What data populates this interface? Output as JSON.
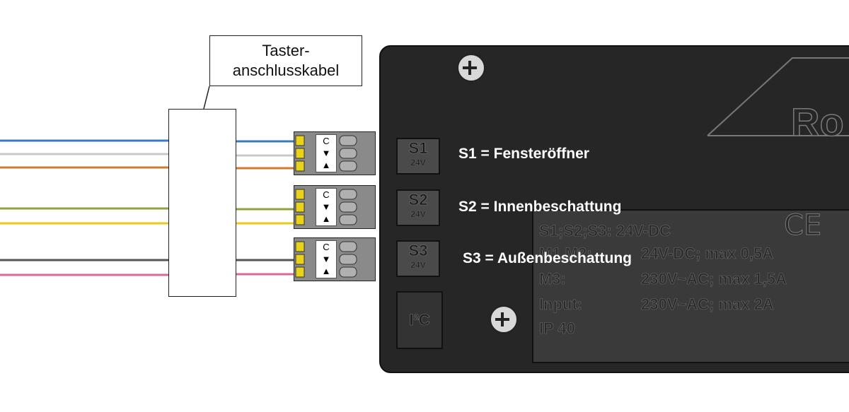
{
  "callout": {
    "line1": "Taster-",
    "line2": "anschlusskabel"
  },
  "labels": {
    "s1": "S1 = Fensteröffner",
    "s2": "S2 = Innenbeschattung",
    "s3": "S3 = Außenbeschattung"
  },
  "ports": [
    {
      "name": "S1",
      "voltage": "24V"
    },
    {
      "name": "S2",
      "voltage": "24V"
    },
    {
      "name": "S3",
      "voltage": "24V"
    }
  ],
  "i2c": "I²C",
  "connector_pins": [
    "C",
    "▼",
    "▲"
  ],
  "plate": {
    "row1_label": "S1;S2;S3: 24V-DC",
    "row2_label": "M1,M2:",
    "row2_value": "24V-DC; max 0,5A",
    "row3_label": "M3:",
    "row3_value": "230V~AC; max 1,5A",
    "row4_label": "Input:",
    "row4_value": "230V~AC; max 2A",
    "row5_label": "IP 40"
  },
  "ce_mark": "CE",
  "brand_partial": "Ro",
  "wire_colors": [
    "#3a7abf",
    "#c8c8c8",
    "#d07a2a",
    "#8ea33c",
    "#e8c81a",
    "#555555",
    "#d86a9a"
  ]
}
